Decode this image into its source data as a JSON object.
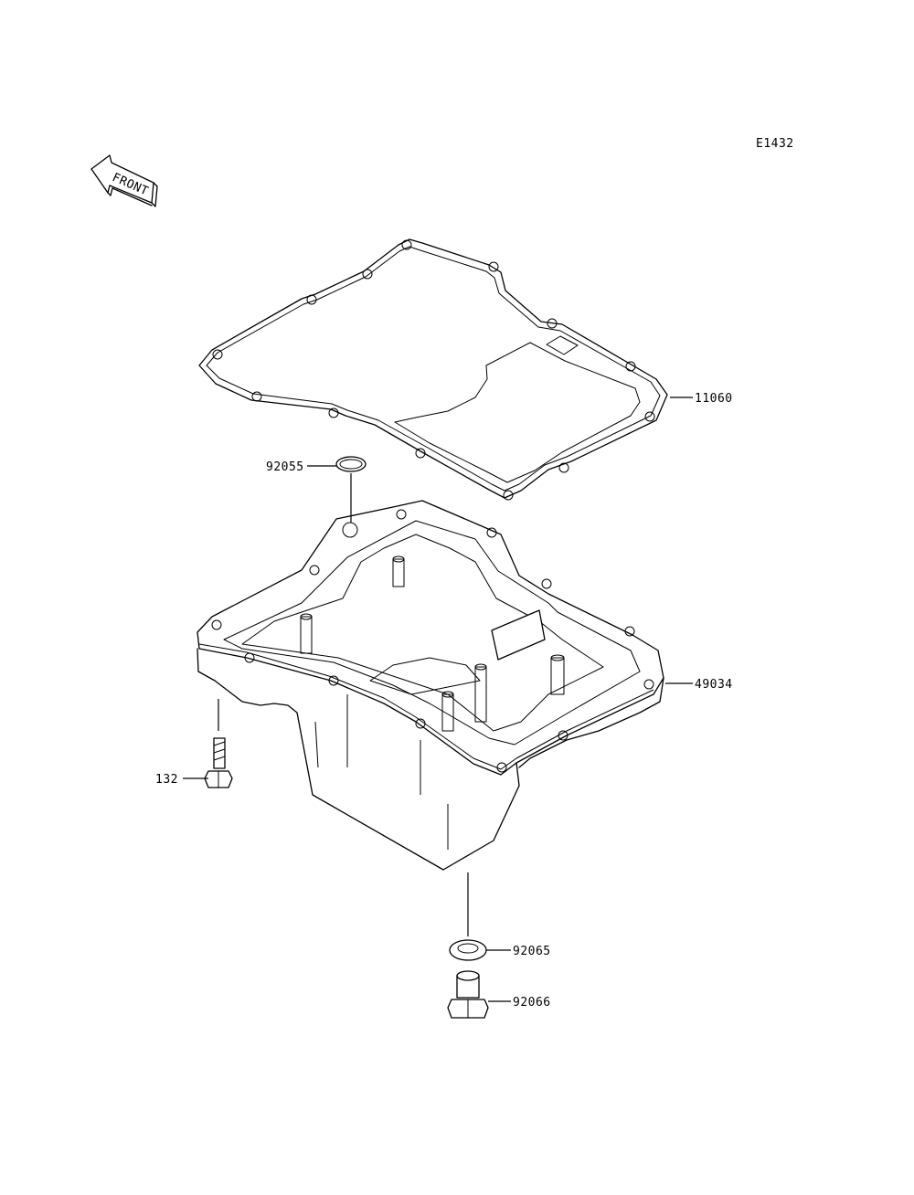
{
  "diagram_code": "E1432",
  "front_indicator": {
    "text": "FRONT"
  },
  "parts": [
    {
      "number": "11060",
      "item": "gasket"
    },
    {
      "number": "92055",
      "item": "o-ring"
    },
    {
      "number": "49034",
      "item": "oil-pan"
    },
    {
      "number": "132",
      "item": "bolt"
    },
    {
      "number": "92065",
      "item": "drain-plug-washer"
    },
    {
      "number": "92066",
      "item": "drain-plug"
    }
  ]
}
